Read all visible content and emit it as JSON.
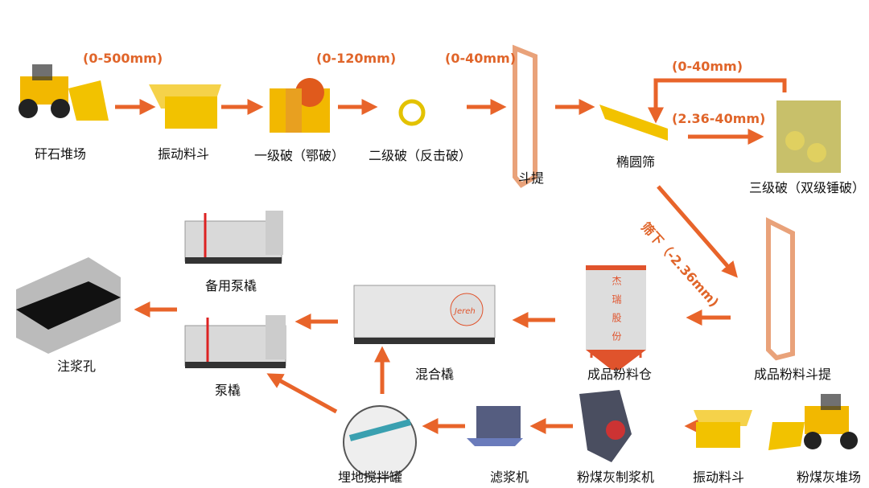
{
  "colors": {
    "arrow": "#e8642a",
    "machine_yellow": "#f2c200",
    "elevator": "#e9a27a",
    "silo_red": "#e0532c"
  },
  "top_row": {
    "stations": [
      "矸石堆场",
      "振动料斗",
      "一级破（鄂破）",
      "二级破（反击破）",
      "斗提",
      "椭圆筛",
      "三级破（双级锤破）"
    ],
    "sizes": [
      "(0-500mm)",
      "(0-120mm)",
      "(0-40mm)",
      "(0-40mm)",
      "(2.36-40mm)"
    ],
    "undersize": "筛下（-2.36mm)"
  },
  "middle_row": {
    "stations": [
      "注浆孔",
      "备用泵橇",
      "泵橇",
      "混合橇",
      "成品粉料仓",
      "成品粉料斗提"
    ],
    "silo_brand": "杰瑞股份",
    "mixer_brand": "Jereh"
  },
  "bottom_row": {
    "stations": [
      "埋地搅拌罐",
      "滤浆机",
      "粉煤灰制浆机",
      "振动料斗",
      "粉煤灰堆场"
    ]
  }
}
